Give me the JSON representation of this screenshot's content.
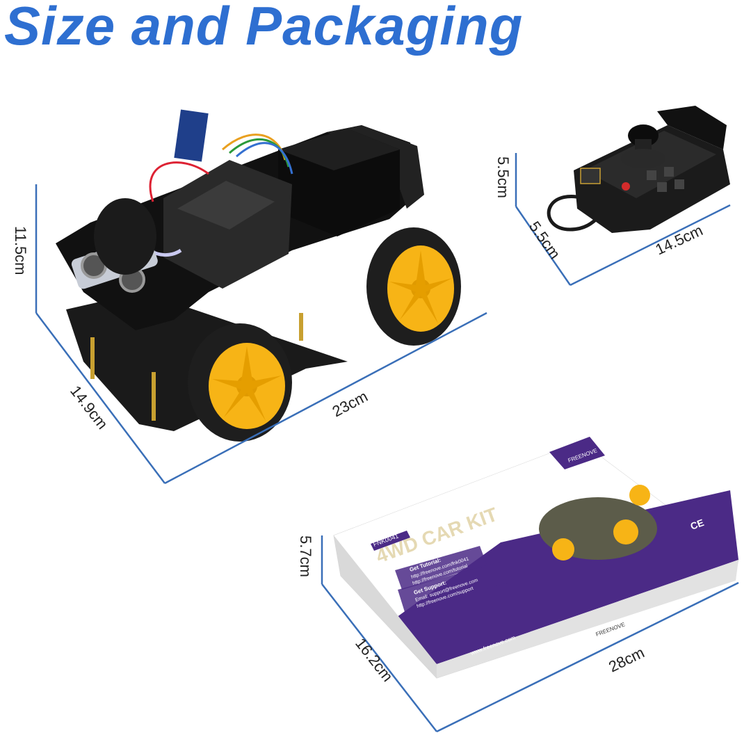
{
  "title": "Size and Packaging",
  "colors": {
    "title": "#2e6fd1",
    "dimension_line": "#3a6fb8",
    "box_purple": "#4b2a86",
    "wheel_yellow": "#f7b416"
  },
  "car": {
    "height": "11.5cm",
    "width": "14.9cm",
    "length": "23cm"
  },
  "controller": {
    "height": "5.5cm",
    "width": "5.5cm",
    "length": "14.5cm"
  },
  "box": {
    "height": "5.7cm",
    "width": "16.2cm",
    "length": "28cm",
    "model": "FNK0041",
    "product": "4WD CAR KIT",
    "brand": "FREENOVE",
    "tutorial_heading": "Get Tutorial:",
    "tutorial_url1": "http://freenove.com/fnk0041",
    "tutorial_url2": "http://freenove.com/tutorial",
    "support_heading": "Get Support:",
    "support_email": "Email: support@freenove.com",
    "support_url": "http://freenove.com/support",
    "website": "www.freenove.com",
    "marks": "CE"
  }
}
